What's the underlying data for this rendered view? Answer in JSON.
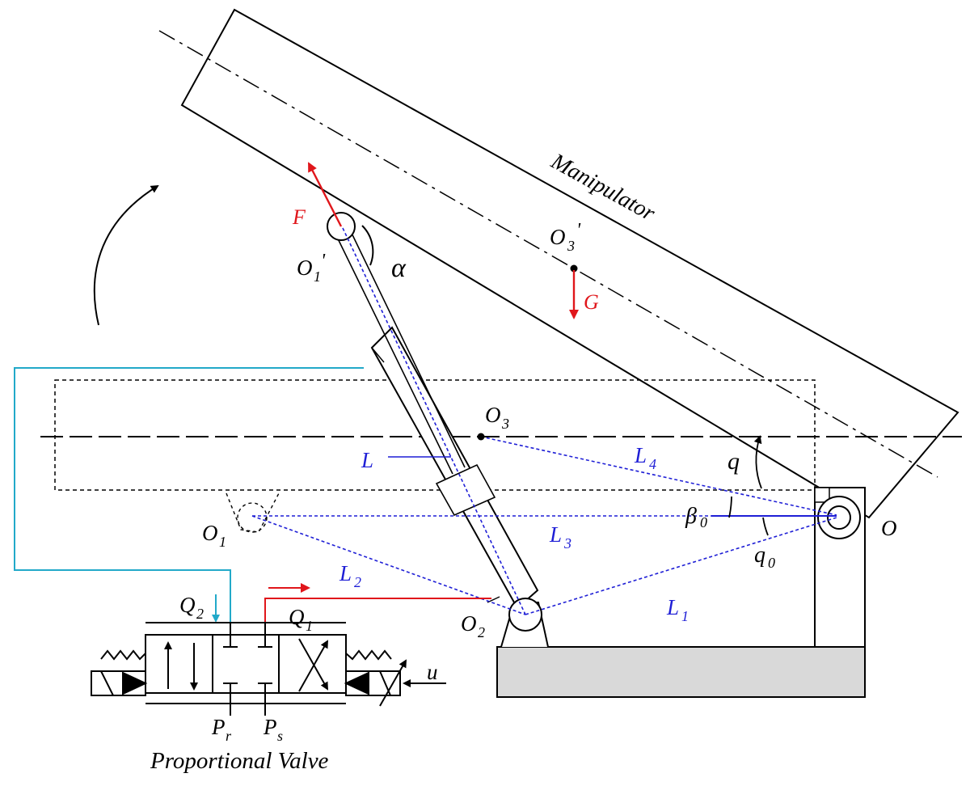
{
  "labels": {
    "manipulator": "Manipulator",
    "force": "F",
    "gravity": "G",
    "alpha": "α",
    "o1_prime": "O",
    "o1_prime_sub": "1",
    "o3_prime": "O",
    "o3_prime_sub": "3",
    "prime_mark": "'",
    "o3": "O",
    "o3_sub": "3",
    "o1": "O",
    "o1_sub": "1",
    "o2": "O",
    "o2_sub": "2",
    "o": "O",
    "length": "L",
    "l1": "L",
    "l1_sub": "1",
    "l2": "L",
    "l2_sub": "2",
    "l3": "L",
    "l3_sub": "3",
    "l4": "L",
    "l4_sub": "4",
    "q": "q",
    "q0": "q",
    "q0_sub": "0",
    "beta0": "β",
    "beta0_sub": "0",
    "q1": "Q",
    "q1_sub": "1",
    "q2": "Q",
    "q2_sub": "2",
    "pr": "P",
    "pr_sub": "r",
    "ps": "P",
    "ps_sub": "s",
    "u": "u",
    "valve": "Proportional Valve"
  },
  "colors": {
    "line": "#000000",
    "force": "#e0161b",
    "supply_line": "#e0161b",
    "return_line": "#22a9c9",
    "geometry": "#1f1fd6",
    "base_fill": "#d9d9d9"
  }
}
